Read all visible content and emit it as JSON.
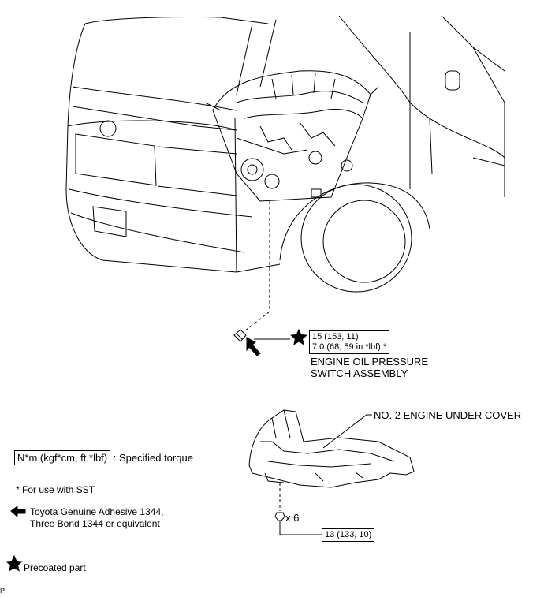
{
  "oil_switch": {
    "torque_line1": "15 (153, 11)",
    "torque_line2": "7.0 (68, 59 in.*lbf) *",
    "name_line1": "ENGINE OIL PRESSURE",
    "name_line2": "SWITCH ASSEMBLY"
  },
  "under_cover": {
    "name": "NO. 2 ENGINE UNDER COVER",
    "bolt_qty": "x 6",
    "torque": "13 (133, 10)"
  },
  "legend": {
    "torque_unit": "N*m (kgf*cm, ft.*lbf)",
    "torque_desc": ": Specified torque",
    "sst_note": "* For use with SST",
    "adhesive_line1": "Toyota Genuine Adhesive 1344,",
    "adhesive_line2": "Three Bond 1344 or equivalent",
    "precoated": "Precoated part"
  },
  "corner_mark": "P"
}
